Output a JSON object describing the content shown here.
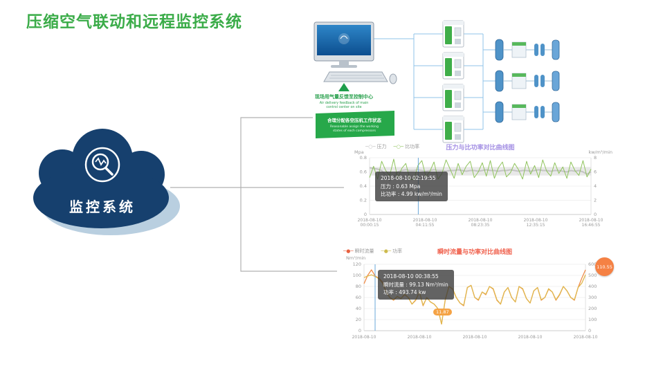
{
  "slide": {
    "title": "压缩空气联动和远程监控系统"
  },
  "cloud": {
    "label": "监控系统"
  },
  "diagram": {
    "feedback_zh": "现场用气量反馈至控制中心",
    "feedback_en1": "Air delivery feedback of main",
    "feedback_en2": "control center on site",
    "assign_zh": "合理分配各空压机工作状态",
    "assign_en1": "Reasonable assign the working",
    "assign_en2": "states of each compressors"
  },
  "chart_data": [
    {
      "type": "line",
      "title": "压力与比功率对比曲线图",
      "title_color": "#a490e4",
      "legend": [
        {
          "name": "压力",
          "color": "#bdbdbd",
          "marker": "hollow"
        },
        {
          "name": "比功率",
          "color": "#8fc35c",
          "marker": "hollow"
        }
      ],
      "y_left": {
        "label": "Mpa",
        "max": 0.8,
        "ticks": [
          0,
          0.2,
          0.4,
          0.6,
          0.8
        ]
      },
      "y_right": {
        "label": "kw/m³/min",
        "max": 8,
        "ticks": [
          0,
          2,
          4,
          6,
          8
        ]
      },
      "x_labels": [
        {
          "lines": [
            "2018-08-10",
            "00:00:15"
          ]
        },
        {
          "lines": [
            "2018-08-10",
            "04:11:55"
          ]
        },
        {
          "lines": [
            "2018-08-10",
            "08:23:35"
          ]
        },
        {
          "lines": [
            "2018-08-10",
            "12:35:15"
          ]
        },
        {
          "lines": [
            "2018-08-10",
            "16:46:55"
          ]
        }
      ],
      "tooltip": {
        "title": "2018-08-10 02:19:55",
        "line1": "压力 : 0.63 Mpa",
        "line2": "比功率 : 4.99 kw/m³/min"
      },
      "series": [
        {
          "name": "压力",
          "axis": "left",
          "color": "#c4c4c4",
          "width": 2,
          "values": [
            0.66,
            0.65,
            0.64,
            0.62,
            0.55,
            0.48,
            0.53,
            0.6,
            0.62,
            0.63,
            0.62,
            0.62,
            0.63,
            0.62,
            0.61,
            0.62,
            0.63,
            0.62,
            0.62,
            0.61,
            0.62,
            0.62,
            0.63,
            0.62,
            0.61,
            0.62,
            0.62,
            0.61,
            0.62,
            0.63,
            0.62,
            0.62,
            0.61,
            0.62,
            0.62,
            0.63,
            0.62,
            0.61,
            0.62,
            0.62,
            0.61,
            0.62,
            0.63,
            0.62,
            0.62,
            0.61,
            0.62,
            0.62,
            0.61,
            0.6,
            0.62,
            0.61,
            0.62,
            0.6,
            0.57,
            0.6
          ]
        },
        {
          "name": "比功率",
          "axis": "right",
          "color": "#8fc35c",
          "width": 1,
          "values": [
            5.2,
            6.8,
            5.0,
            7.5,
            6.2,
            5.5,
            7.8,
            5.1,
            6.5,
            7.2,
            5.0,
            4.9,
            6.9,
            7.6,
            5.3,
            6.1,
            7.4,
            5.0,
            5.8,
            7.7,
            6.4,
            5.1,
            7.2,
            5.6,
            6.8,
            7.5,
            5.2,
            6.0,
            7.3,
            5.4,
            7.6,
            5.1,
            6.6,
            7.4,
            5.3,
            5.9,
            7.2,
            6.3,
            5.0,
            7.5,
            5.7,
            6.9,
            5.2,
            7.7,
            6.1,
            5.4,
            7.3,
            5.8,
            6.7,
            5.1,
            7.4,
            6.2,
            5.5,
            7.6,
            5.3,
            6.4
          ]
        }
      ]
    },
    {
      "type": "line",
      "title": "瞬时流量与功率对比曲线图",
      "title_color": "#f0614d",
      "legend": [
        {
          "name": "瞬时流量",
          "color": "#e8603e",
          "marker": "filled"
        },
        {
          "name": "功率",
          "color": "#cdbb4e",
          "marker": "filled"
        }
      ],
      "y_left": {
        "label": "Nm³/min",
        "max": 120,
        "ticks": [
          0,
          20,
          40,
          60,
          80,
          100,
          120
        ]
      },
      "y_right": {
        "label": "",
        "max": 600,
        "ticks": [
          0,
          100,
          200,
          300,
          400,
          500,
          600
        ]
      },
      "x_labels": [
        {
          "lines": [
            "2018-08-10"
          ]
        },
        {
          "lines": [
            "2018-08-10"
          ]
        },
        {
          "lines": [
            "2018-08-10"
          ]
        },
        {
          "lines": [
            "2018-08-10"
          ]
        },
        {
          "lines": [
            "2018-08-10"
          ]
        }
      ],
      "tooltip": {
        "title": "2018-08-10 00:38:55",
        "line1": "瞬时流量 : 99.13 Nm³/min",
        "line2": "功率 : 493.74 kw"
      },
      "badge": "110.55",
      "marker_label": "11.87",
      "series": [
        {
          "name": "瞬时流量",
          "axis": "left",
          "color": "#f08c4a",
          "width": 1.3,
          "values": [
            85,
            100,
            110,
            99,
            95,
            88,
            70,
            60,
            55,
            62,
            58,
            65,
            60,
            48,
            55,
            70,
            45,
            60,
            52,
            48,
            40,
            12,
            55,
            80,
            75,
            60,
            50,
            45,
            78,
            82,
            60,
            55,
            70,
            65,
            80,
            75,
            55,
            48,
            70,
            78,
            60,
            52,
            80,
            75,
            58,
            50,
            72,
            78,
            55,
            60,
            75,
            70,
            55,
            65,
            80,
            72,
            60,
            55,
            78,
            95,
            110
          ]
        },
        {
          "name": "功率",
          "axis": "right",
          "color": "#e0b84e",
          "width": 1.3,
          "values": [
            480,
            494,
            505,
            490,
            470,
            430,
            350,
            300,
            280,
            310,
            290,
            330,
            300,
            240,
            280,
            350,
            230,
            300,
            260,
            240,
            200,
            60,
            280,
            400,
            380,
            300,
            250,
            230,
            390,
            410,
            300,
            280,
            350,
            330,
            400,
            380,
            280,
            240,
            350,
            390,
            300,
            260,
            400,
            380,
            290,
            250,
            360,
            390,
            280,
            300,
            380,
            350,
            280,
            330,
            400,
            360,
            300,
            280,
            390,
            430,
            505
          ]
        }
      ]
    }
  ]
}
